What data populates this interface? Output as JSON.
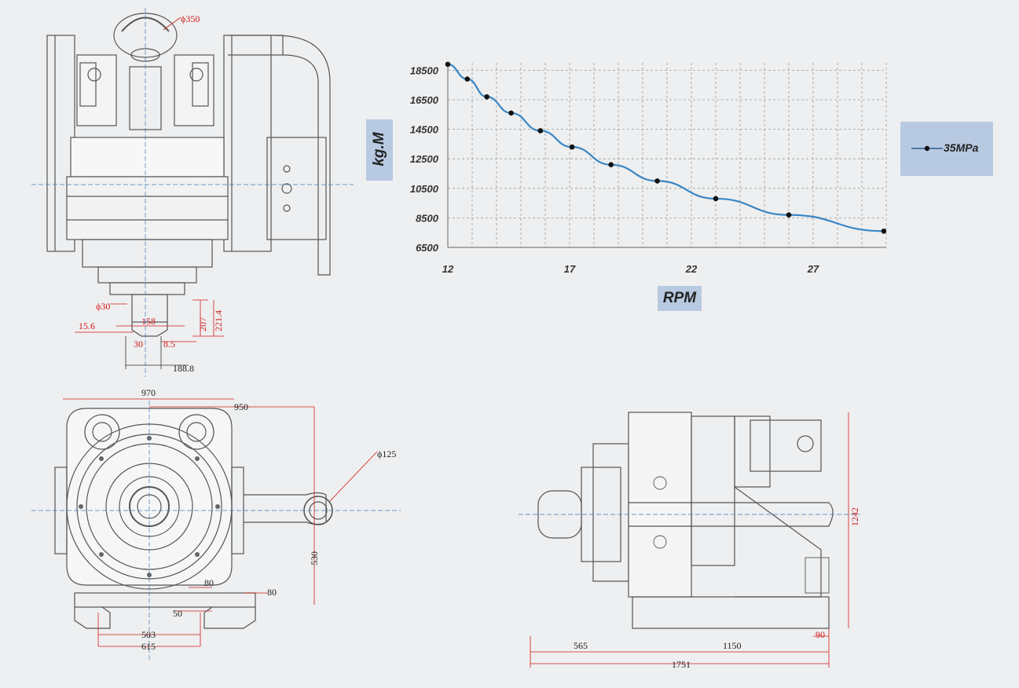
{
  "top_left_drawing": {
    "dims": {
      "pipe_dia": "ϕ350",
      "shaft_dia": "ϕ30",
      "d158": "158",
      "d207": "207",
      "d221": "221.4",
      "d15_6": "15.6",
      "d8_5": "8.5",
      "d30": "30",
      "d188_8": "188.8"
    }
  },
  "bottom_left_drawing": {
    "dims": {
      "d970": "970",
      "d950": "950",
      "d125": "ϕ125",
      "d530": "530",
      "d80a": "80",
      "d80b": "80",
      "d50": "50",
      "d503": "503",
      "d615": "615"
    }
  },
  "bottom_right_drawing": {
    "dims": {
      "d1242": "1242",
      "d565": "565",
      "d1150": "1150",
      "d90": "90",
      "d1751": "1751"
    }
  },
  "chart_data": {
    "type": "line",
    "xlabel": "RPM",
    "ylabel": "kg.M",
    "xlim": [
      12,
      30
    ],
    "ylim": [
      6500,
      19000
    ],
    "x_ticks": [
      "12",
      "17",
      "22",
      "27"
    ],
    "y_ticks": [
      "18500",
      "16500",
      "14500",
      "12500",
      "10500",
      "8500",
      "6500"
    ],
    "grid": true,
    "legend": "right",
    "series": [
      {
        "name": "35MPa",
        "color": "#3a86c4",
        "x": [
          12,
          12.8,
          13.6,
          14.6,
          15.8,
          17.1,
          18.7,
          20.6,
          23.0,
          26.0,
          29.9
        ],
        "y": [
          18900,
          17900,
          16700,
          15600,
          14400,
          13300,
          12100,
          11000,
          9800,
          8700,
          7600
        ]
      }
    ]
  }
}
